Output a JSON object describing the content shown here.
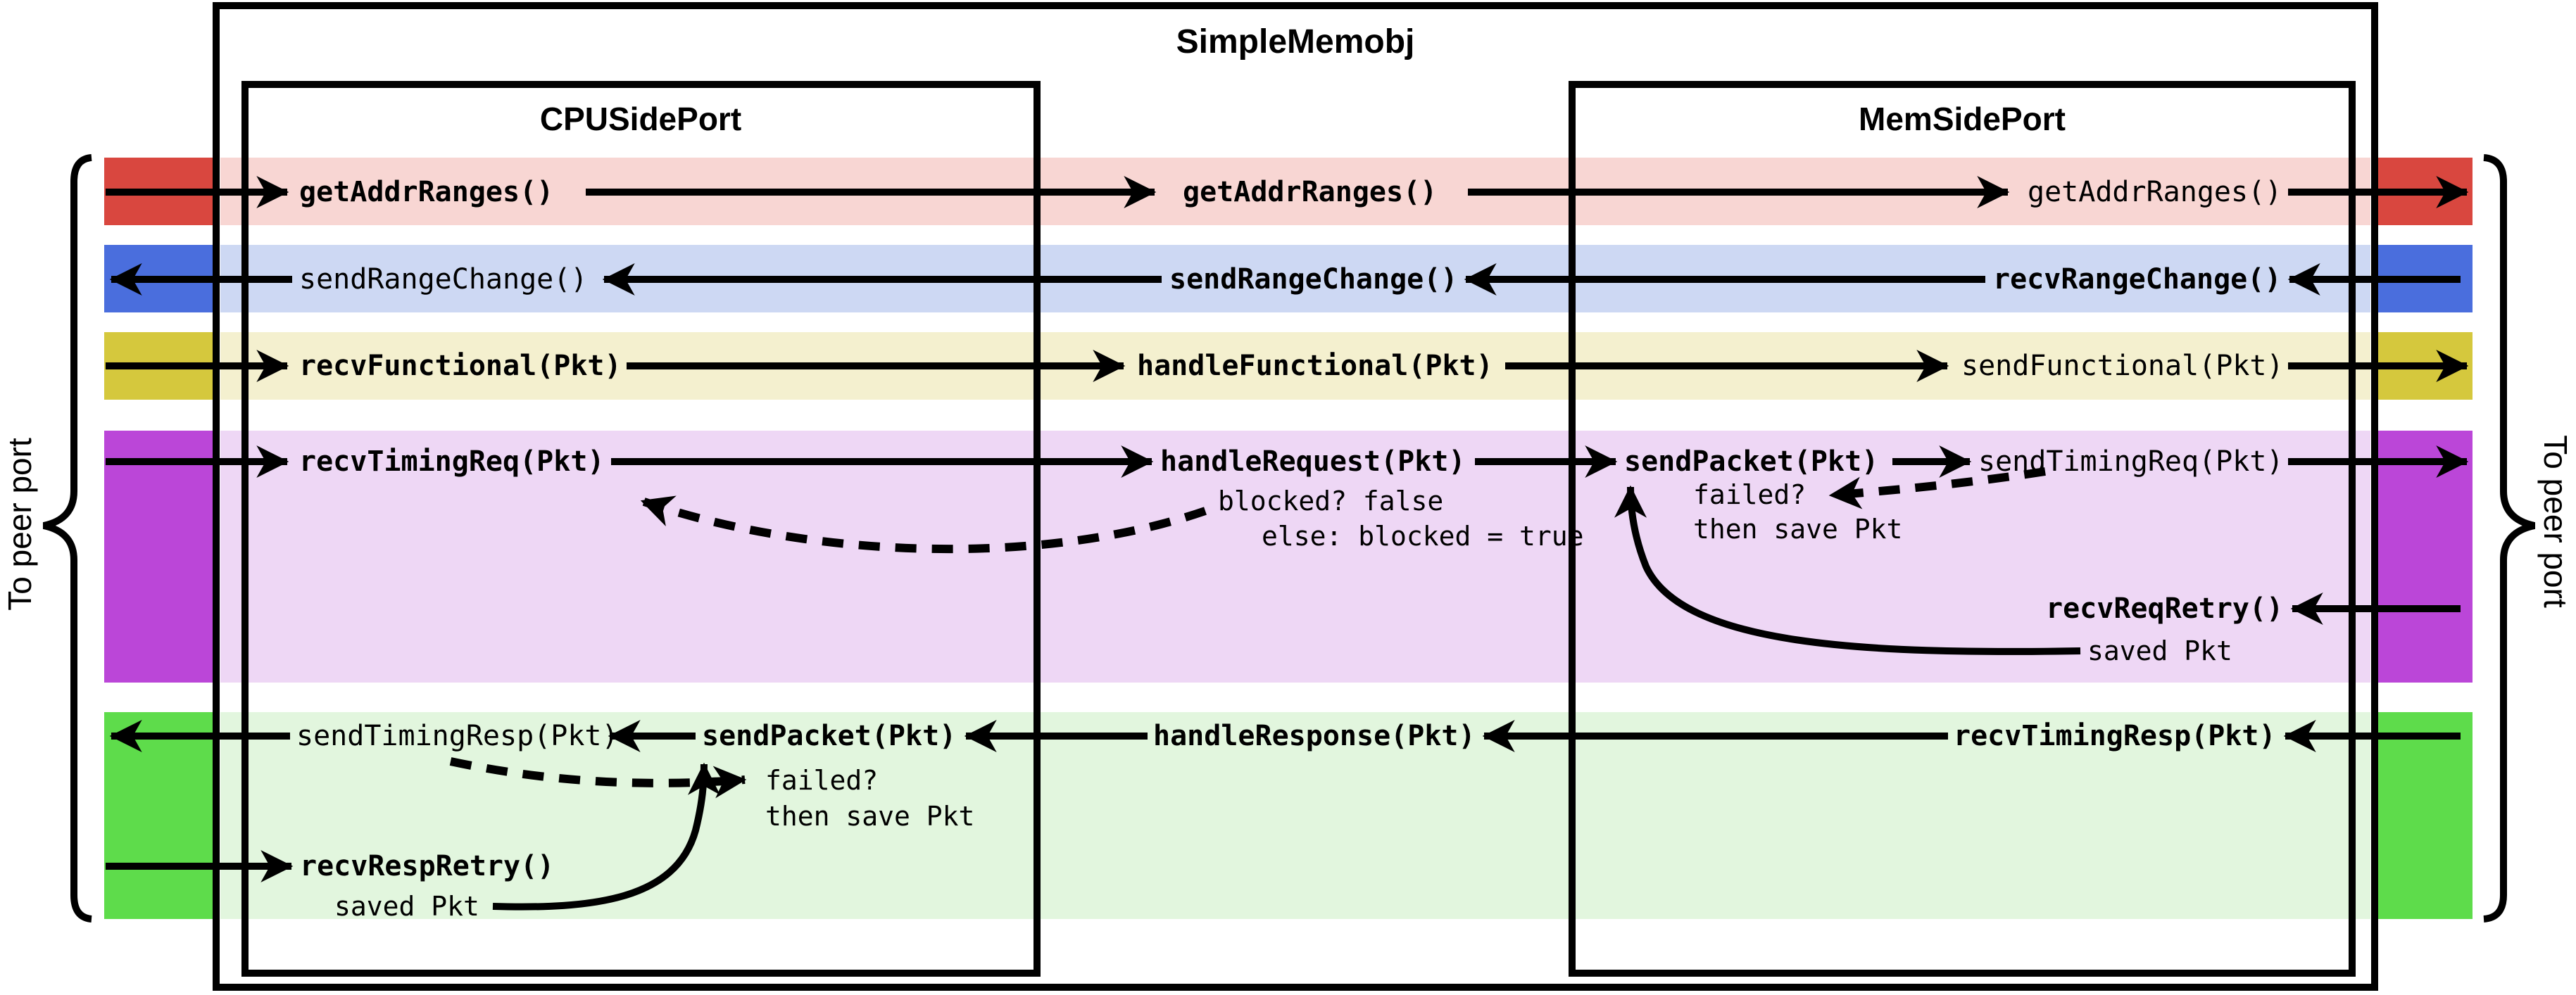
{
  "title": "SimpleMemobj",
  "side_labels": {
    "left": "To peer port",
    "right": "To peer port"
  },
  "boxes": {
    "cpu_side_port": "CPUSidePort",
    "mem_side_port": "MemSidePort"
  },
  "calls": {
    "getaddr_cpu": "getAddrRanges()",
    "getaddr_obj": "getAddrRanges()",
    "getaddr_mem": "getAddrRanges()",
    "sendrange_cpu": "sendRangeChange()",
    "sendrange_obj": "sendRangeChange()",
    "recvrange_mem": "recvRangeChange()",
    "recvfunc_cpu": "recvFunctional(Pkt)",
    "handlefunc_obj": "handleFunctional(Pkt)",
    "sendfunc_mem": "sendFunctional(Pkt)",
    "recvtimingreq_cpu": "recvTimingReq(Pkt)",
    "handlereq_obj": "handleRequest(Pkt)",
    "sendpacket_req": "sendPacket(Pkt)",
    "sendtimingreq_mem": "sendTimingReq(Pkt)",
    "recvreqretry_mem": "recvReqRetry()",
    "sendtimingresp_cpu": "sendTimingResp(Pkt)",
    "sendpacket_resp": "sendPacket(Pkt)",
    "handleresp_obj": "handleResponse(Pkt)",
    "recvtimingresp_mem": "recvTimingResp(Pkt)",
    "recvrespretry_cpu": "recvRespRetry()"
  },
  "annotations": {
    "req_blocked_check": "blocked? false",
    "req_blocked_else": "else: blocked = true",
    "req_failed": "failed?",
    "req_then_save": "then save Pkt",
    "req_saved_pkt": "saved Pkt",
    "resp_failed": "failed?",
    "resp_then_save": "then save Pkt",
    "resp_saved_pkt": "saved Pkt"
  },
  "colors": {
    "red_dark": "#d9473f",
    "red_light": "#f8d6d3",
    "blue_dark": "#4a6edd",
    "blue_light": "#cdd8f3",
    "yellow_dark": "#d5c83d",
    "yellow_light": "#f4f0cf",
    "magenta_dark": "#bb46d8",
    "magenta_light": "#eed7f5",
    "green_dark": "#5edc4b",
    "green_light": "#e2f6de",
    "line": "#000000"
  }
}
